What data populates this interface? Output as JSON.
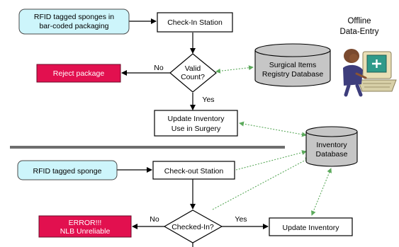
{
  "nodes": {
    "rfid_tagged_packaging": {
      "line1": "RFID tagged sponges in",
      "line2": "bar-coded packaging"
    },
    "checkin_station": "Check-In Station",
    "offline_entry": {
      "line1": "Offline",
      "line2": "Data-Entry"
    },
    "valid_count": {
      "line1": "Valid",
      "line2": "Count?"
    },
    "reject_package": "Reject package",
    "surgical_registry_db": {
      "line1": "Surgical Items",
      "line2": "Registry Database"
    },
    "update_inventory_use": {
      "line1": "Update Inventory",
      "line2": "Use in Surgery"
    },
    "inventory_db": {
      "line1": "Inventory",
      "line2": "Database"
    },
    "rfid_tagged_sponge": "RFID tagged sponge",
    "checkout_station": "Check-out Station",
    "checked_in": "Checked-In?",
    "error_box": {
      "line1": "ERROR!!!",
      "line2": "NLB Unreliable"
    },
    "update_inventory": "Update Inventory"
  },
  "edge_labels": {
    "valid_no": "No",
    "valid_yes": "Yes",
    "checked_no": "No",
    "checked_yes": "Yes"
  },
  "colors": {
    "source_fill": "#cdf5fb",
    "reject_fill": "#e2104f",
    "db_fill": "#c6c6c6",
    "dotted_link": "#5caa5c",
    "separator": "#6e6e6e"
  }
}
